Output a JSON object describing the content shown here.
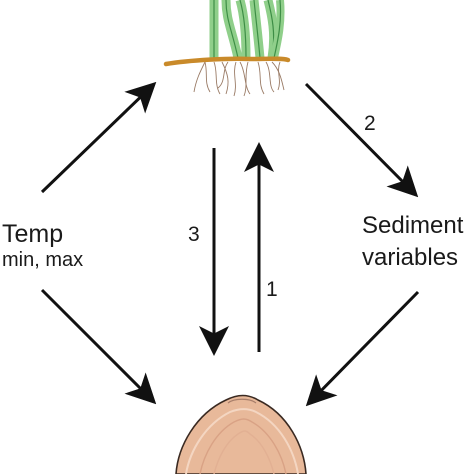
{
  "nodes": {
    "seagrass": {
      "icon": "seagrass-plant-icon"
    },
    "bivalve": {
      "icon": "clam-shell-icon"
    },
    "temp": {
      "title": "Temp",
      "subtitle": "min, max"
    },
    "sediment": {
      "line1": "Sediment",
      "line2": "variables"
    }
  },
  "edges": {
    "label_2": "2",
    "label_3": "3",
    "label_1": "1"
  },
  "colors": {
    "arrow": "#111111",
    "leaf": "#8fcf8a",
    "leaf_outline": "#3e8e46",
    "rhizome": "#c98a2a",
    "roots": "#9a7b66",
    "shell": "#e8b99a",
    "shell_outline": "#3a2a22"
  }
}
